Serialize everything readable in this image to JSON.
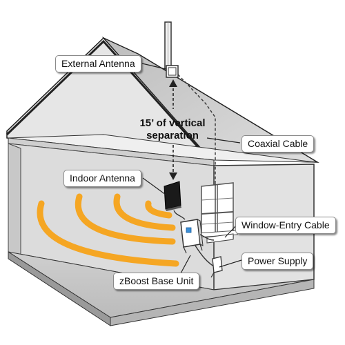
{
  "labels": {
    "external_antenna": "External Antenna",
    "coaxial_cable": "Coaxial Cable",
    "indoor_antenna": "Indoor Antenna",
    "window_entry_cable": "Window-Entry Cable",
    "power_supply": "Power Supply",
    "zboost_base_unit": "zBoost Base Unit",
    "separation_line1": "15’ of vertical",
    "separation_line2": "separation"
  },
  "colors": {
    "signal_wave": "#f5a623",
    "roof_light": "#dcdcdc",
    "roof_dark": "#a9a9a9",
    "wall_interior": "#d9d9d9",
    "outline": "#222222"
  },
  "icons": [
    "external-antenna-icon",
    "indoor-antenna-icon",
    "base-unit-icon",
    "power-supply-icon",
    "window-icon"
  ]
}
